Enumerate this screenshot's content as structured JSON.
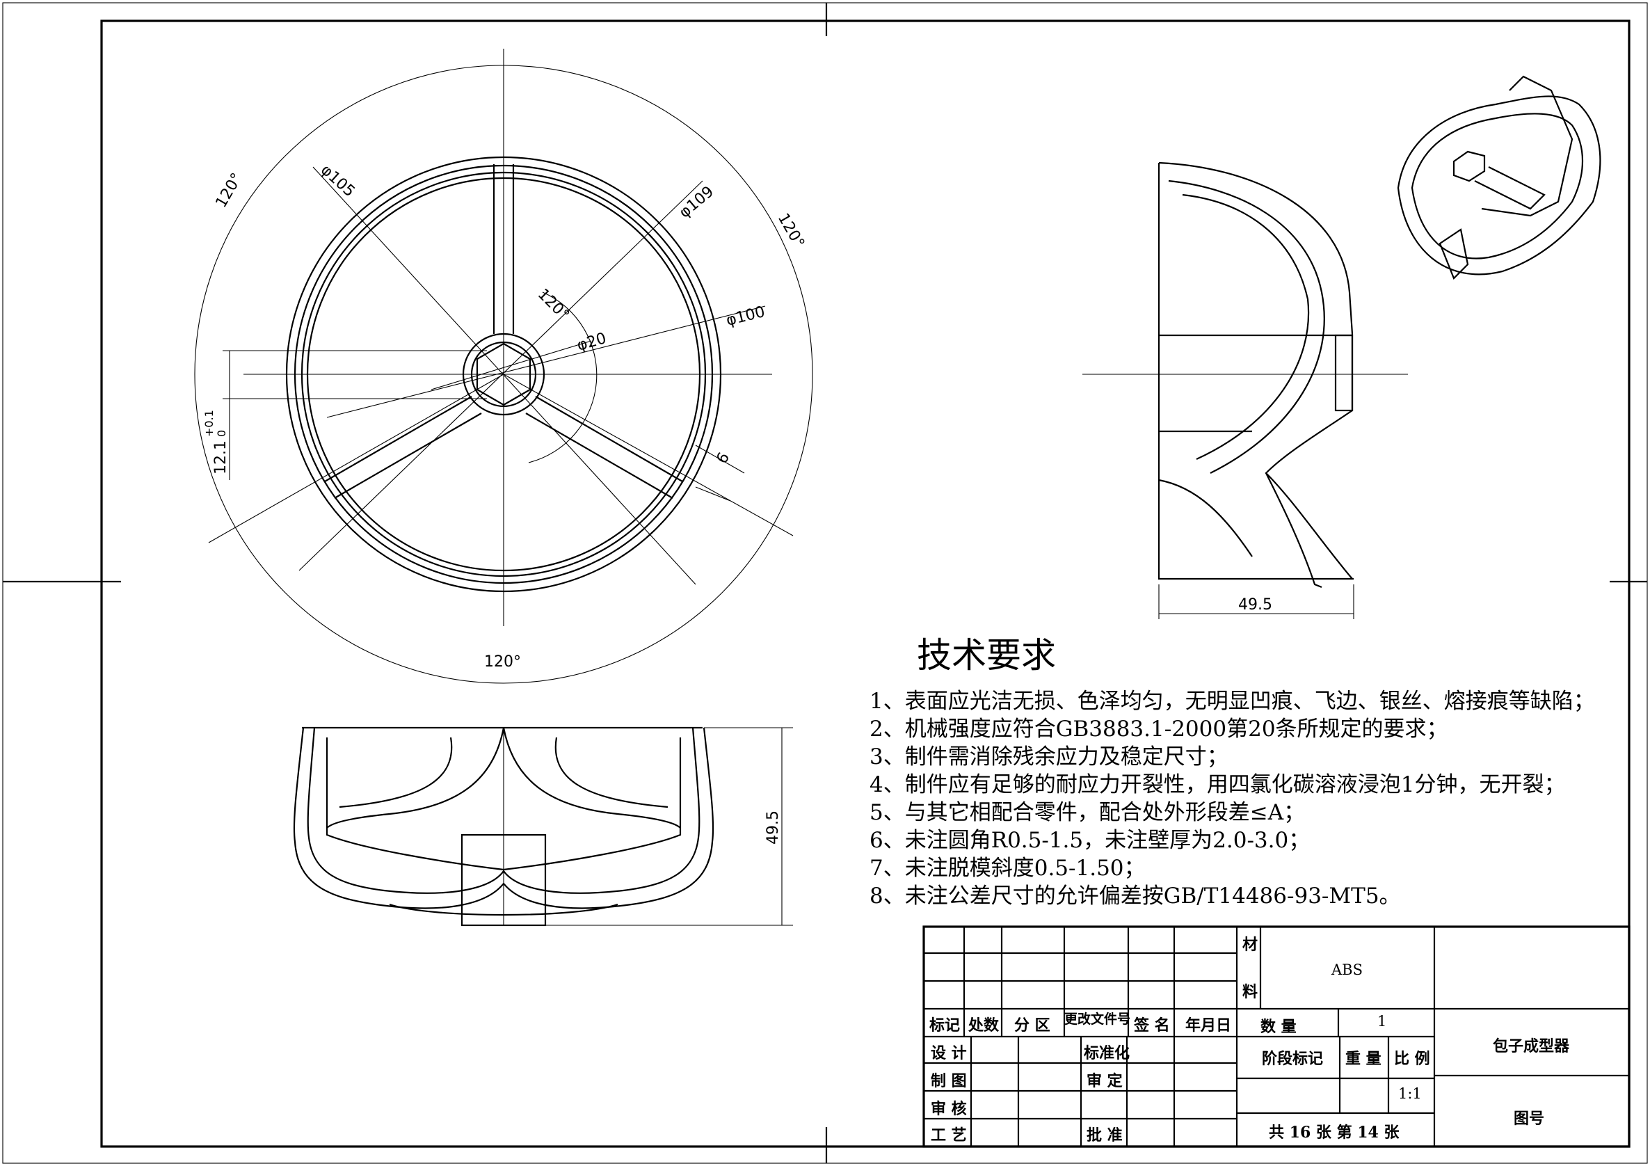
{
  "dimensions": {
    "dia105": "φ105",
    "dia109": "φ109",
    "dia100": "φ100",
    "dia20": "φ20",
    "angle_top_left": "120°",
    "angle_top_right": "120°",
    "angle_bottom": "120°",
    "angle_center": "120°",
    "height_12": "12.1",
    "tol_upper": "+0.1",
    "tol_lower": "0",
    "rib_width": "6",
    "side_width": "49.5",
    "front_height": "49.5"
  },
  "requirements": {
    "title": "技术要求",
    "items": [
      "1、表面应光洁无损、色泽均匀，无明显凹痕、飞边、银丝、熔接痕等缺陷；",
      "2、机械强度应符合GB3883.1-2000第20条所规定的要求；",
      "3、制件需消除残余应力及稳定尺寸；",
      "4、制件应有足够的耐应力开裂性，用四氯化碳溶液浸泡1分钟，无开裂；",
      "5、与其它相配合零件，配合处外形段差≤A；",
      "6、未注圆角R0.5-1.5，未注壁厚为2.0-3.0；",
      "7、未注脱模斜度0.5-1.50；",
      "8、未注公差尺寸的允许偏差按GB/T14486-93-MT5。"
    ]
  },
  "title_block": {
    "material_label_1": "材",
    "material_label_2": "料",
    "material": "ABS",
    "col_mark": "标记",
    "col_count": "处数",
    "col_zone": "分 区",
    "col_doc": "更改文件号",
    "col_sign": "签 名",
    "col_date": "年月日",
    "design": "设 计",
    "standardize": "标准化",
    "draw": "制 图",
    "review": "审 定",
    "check": "审 核",
    "process": "工 艺",
    "approve": "批 准",
    "quantity_label": "数      量",
    "quantity": "1",
    "stage": "阶段标记",
    "weight": "重 量",
    "scale_label": "比 例",
    "scale": "1:1",
    "sheets": "共 16 张 第  14  张",
    "part_name": "包子成型器",
    "drawing_no_label": "图号"
  }
}
